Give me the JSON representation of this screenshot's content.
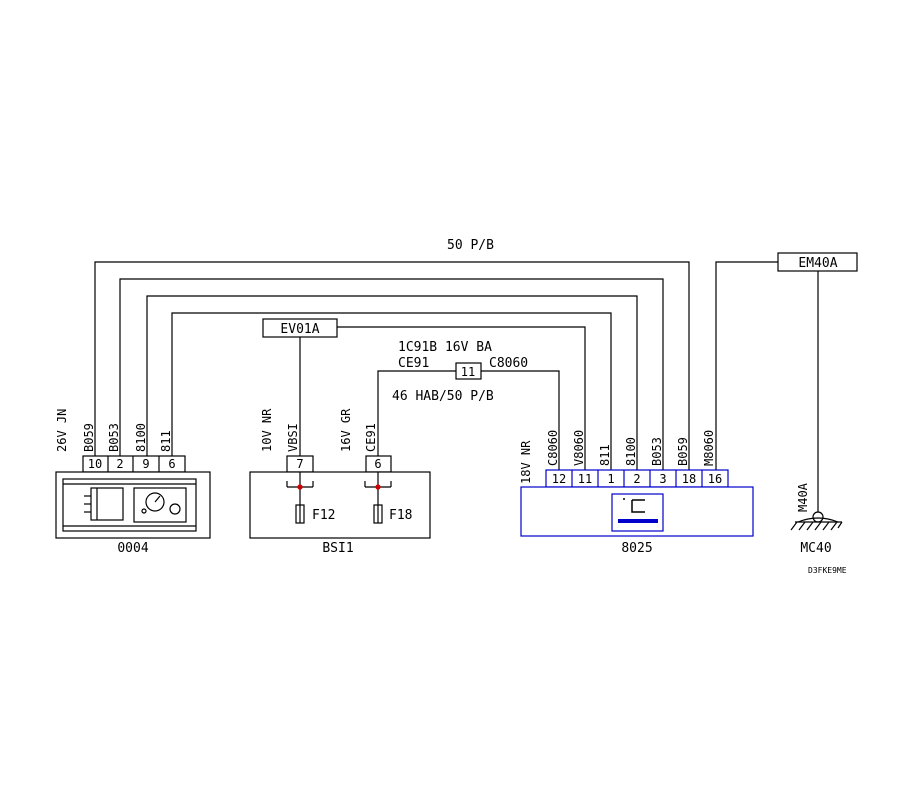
{
  "bus_label": "50 P/B",
  "connectors": {
    "em40a": "EM40A",
    "ev01a": "EV01A",
    "c11": "11"
  },
  "cable_labels": {
    "c11_top": "1C91B 16V BA",
    "c11_left": "CE91",
    "c11_right": "C8060",
    "c11_bottom": "46 HAB/50 P/B"
  },
  "components": {
    "c0004": {
      "name": "0004",
      "connector": "26V JN",
      "wires": [
        "B059",
        "B053",
        "8100",
        "811"
      ],
      "pins": [
        "10",
        "2",
        "9",
        "6"
      ]
    },
    "bsi1": {
      "name": "BSI1",
      "left_connector": "10V NR",
      "left_wire": "VBSI",
      "left_pin": "7",
      "right_connector": "16V GR",
      "right_wire": "CE91",
      "right_pin": "6",
      "fuses": [
        "F12",
        "F18"
      ]
    },
    "c8025": {
      "name": "8025",
      "connector": "18V NR",
      "wires": [
        "C8060",
        "V8060",
        "811",
        "8100",
        "B053",
        "B059",
        "M8060"
      ],
      "pins": [
        "12",
        "11",
        "1",
        "2",
        "3",
        "18",
        "16"
      ]
    },
    "mc40": {
      "name": "MC40",
      "wire": "M40A"
    }
  },
  "diagram_ref": "D3FKE9ME"
}
